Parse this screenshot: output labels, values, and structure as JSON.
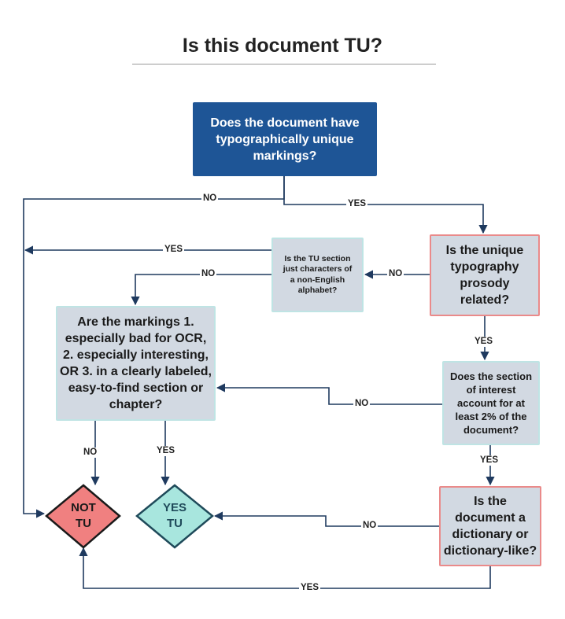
{
  "title": "Is this document TU?",
  "nodes": {
    "q_unique": "Does the document have\ntypographically unique\nmarkings?",
    "q_prosody": "Is the unique\ntypography\nprosody\nrelated?",
    "q_alphabet": "Is the TU section\njust characters of\na non-English\nalphabet?",
    "q_markings": "Are the markings 1.\nespecially bad for OCR,\n2. especially interesting,\nOR 3. in a clearly labeled,\neasy-to-find section or\nchapter?",
    "q_percent": "Does the section\nof interest\naccount for at\nleast 2% of the\ndocument?",
    "q_dictionary": "Is the\ndocument a\ndictionary or\ndictionary-like?",
    "not_tu": "NOT\nTU",
    "yes_tu": "YES\nTU"
  },
  "edge_labels": {
    "unique_no": "NO",
    "unique_yes": "YES",
    "alphabet_yes": "YES",
    "prosody_no": "NO",
    "alphabet_no": "NO",
    "prosody_yes": "YES",
    "percent_no": "NO",
    "markings_no": "NO",
    "markings_yes": "YES",
    "percent_yes": "YES",
    "dictionary_no": "NO",
    "dictionary_yes": "YES"
  },
  "colors": {
    "box_blue": "#1e5596",
    "box_gray": "#d2d9e2",
    "border_teal": "#bfe4e4",
    "border_red": "#ea8a8a",
    "not_tu_fill": "#f08080",
    "yes_tu_fill": "#a8e6de",
    "line": "#1f3a5f"
  }
}
